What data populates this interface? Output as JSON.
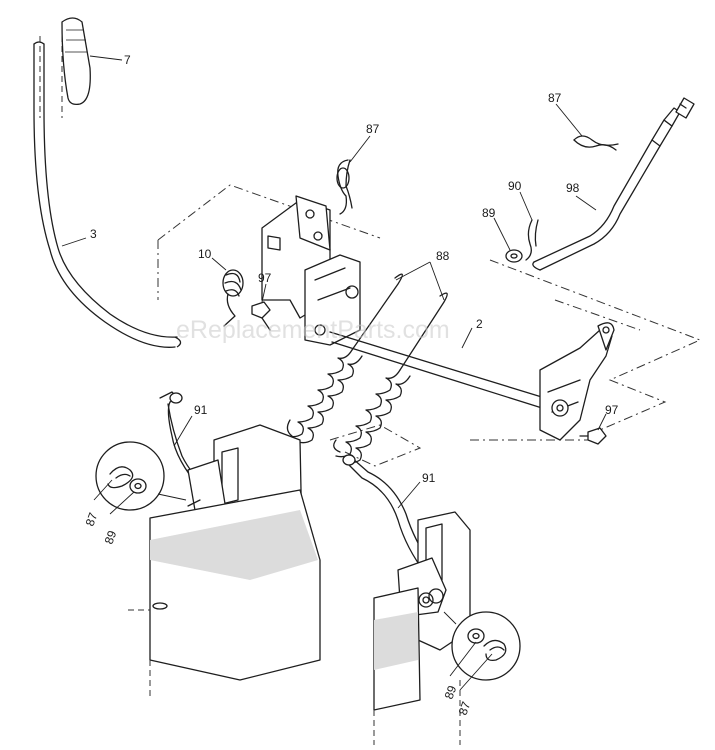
{
  "diagram": {
    "watermark": "eReplacementParts.com",
    "labels": {
      "lift_handle_grip": "7",
      "lift_handle": "3",
      "torsion_spring": "10",
      "hairpin_clip_top": "87",
      "bolt_left": "97",
      "assist_springs": "88",
      "lift_shaft": "2",
      "hairpin_clip_right": "87",
      "clip_right": "90",
      "washer_right": "89",
      "rod_right": "98",
      "bolt_right": "97",
      "link_left": "91",
      "link_right": "91",
      "detail_left_clip": "87",
      "detail_left_washer": "89",
      "detail_right_washer": "89",
      "detail_right_clip": "87"
    }
  }
}
